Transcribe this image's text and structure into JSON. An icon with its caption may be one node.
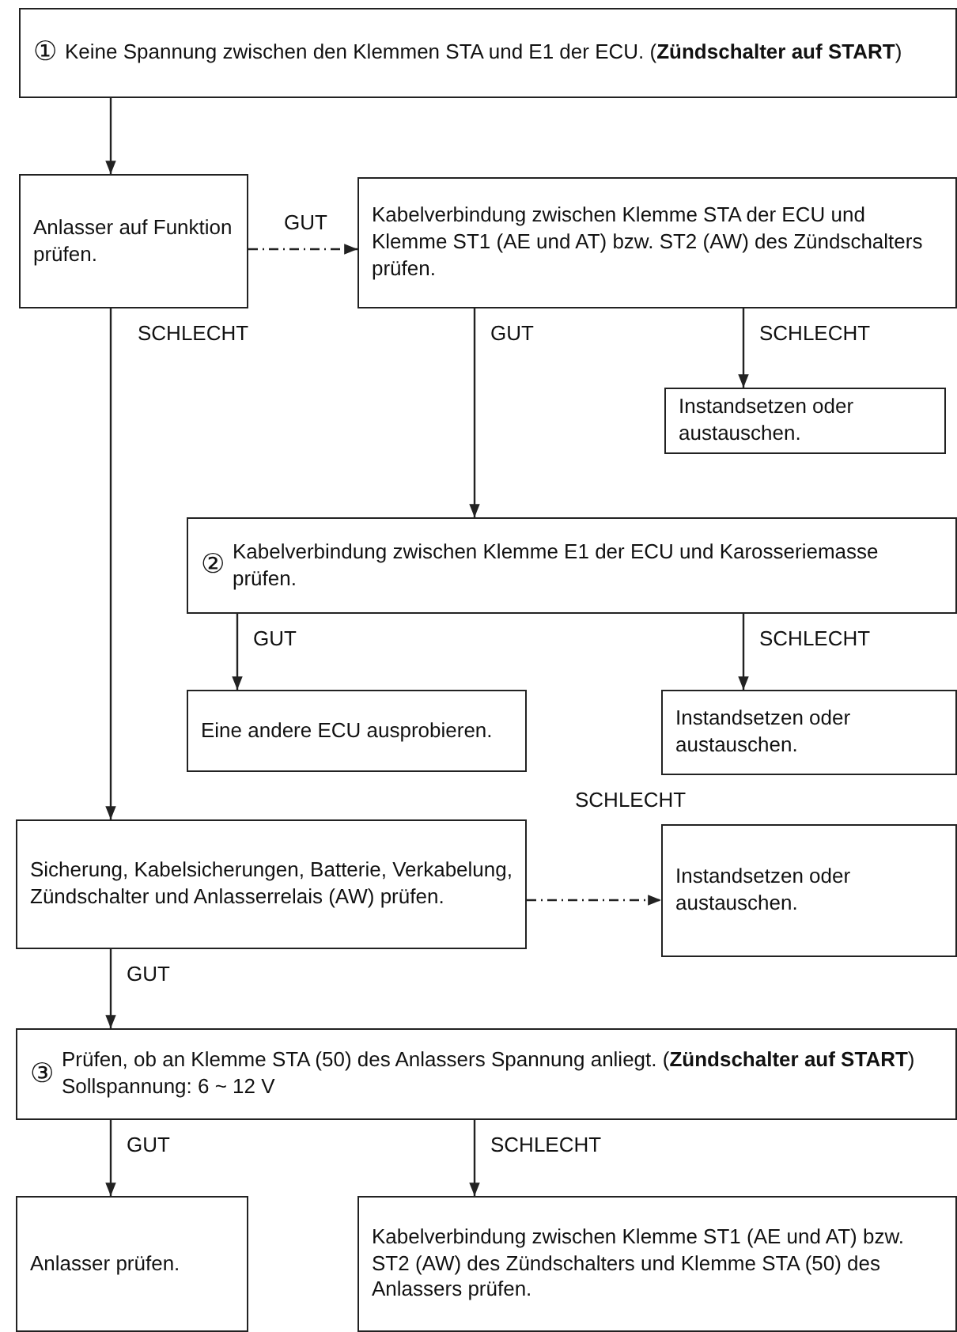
{
  "diagram": {
    "nodes": [
      {
        "text": [
          "①",
          "Keine Spannung zwischen den Klemmen STA und E1 der ECU. (**Zündschalter auf START**)"
        ]
      },
      {
        "text": [
          "Anlasser auf Funktion prüfen."
        ]
      },
      {
        "text": [
          "Kabelverbindung zwischen Klemme STA der ECU und Klemme ST1 (AE und AT) bzw. ST2 (AW) des Zündschalters prüfen."
        ]
      },
      {
        "text": [
          "Instandsetzen oder austauschen."
        ]
      },
      {
        "text": [
          "②",
          "Kabelverbindung zwischen Klemme E1 der ECU und Karosseriemasse prüfen."
        ]
      },
      {
        "text": [
          "Eine andere ECU ausprobieren."
        ]
      },
      {
        "text": [
          "Instandsetzen oder austauschen."
        ]
      },
      {
        "text": [
          "Sicherung, Kabelsicherungen, Batterie, Verkabelung, Zündschalter und Anlasserrelais (AW) prüfen."
        ]
      },
      {
        "text": [
          "Instandsetzen oder austauschen."
        ]
      },
      {
        "text": [
          "③",
          "Prüfen, ob an Klemme STA (50) des Anlassers Spannung anliegt. (**Zündschalter auf START**) Sollspannung:  6 ~ 12 V"
        ]
      },
      {
        "text": [
          "Anlasser prüfen."
        ]
      },
      {
        "text": [
          "Kabelverbindung zwischen Klemme ST1 (AE und AT) bzw. ST2 (AW) des Zündschalters und Klemme STA (50) des Anlassers prüfen."
        ]
      }
    ],
    "edges": [
      {
        "from": 0,
        "to": 1,
        "arrow": "to"
      },
      {
        "from": 1,
        "to": 2,
        "arrow": "to",
        "label": "GUT",
        "style": "dashed"
      },
      {
        "from": 1,
        "to": 7,
        "arrow": "to",
        "label": "SCHLECHT"
      },
      {
        "from": 2,
        "to": 4,
        "arrow": "to",
        "label": "GUT"
      },
      {
        "from": 2,
        "to": 3,
        "arrow": "to",
        "label": "SCHLECHT"
      },
      {
        "from": 4,
        "to": 5,
        "arrow": "to",
        "label": "GUT"
      },
      {
        "from": 4,
        "to": 6,
        "arrow": "to",
        "label": "SCHLECHT"
      },
      {
        "from": 7,
        "to": 8,
        "arrow": "to",
        "label": "SCHLECHT",
        "style": "dashed"
      },
      {
        "from": 7,
        "to": 9,
        "arrow": "to",
        "label": "GUT"
      },
      {
        "from": 9,
        "to": 10,
        "arrow": "to",
        "label": "GUT"
      },
      {
        "from": 9,
        "to": 11,
        "arrow": "to",
        "label": "SCHLECHT"
      }
    ]
  }
}
